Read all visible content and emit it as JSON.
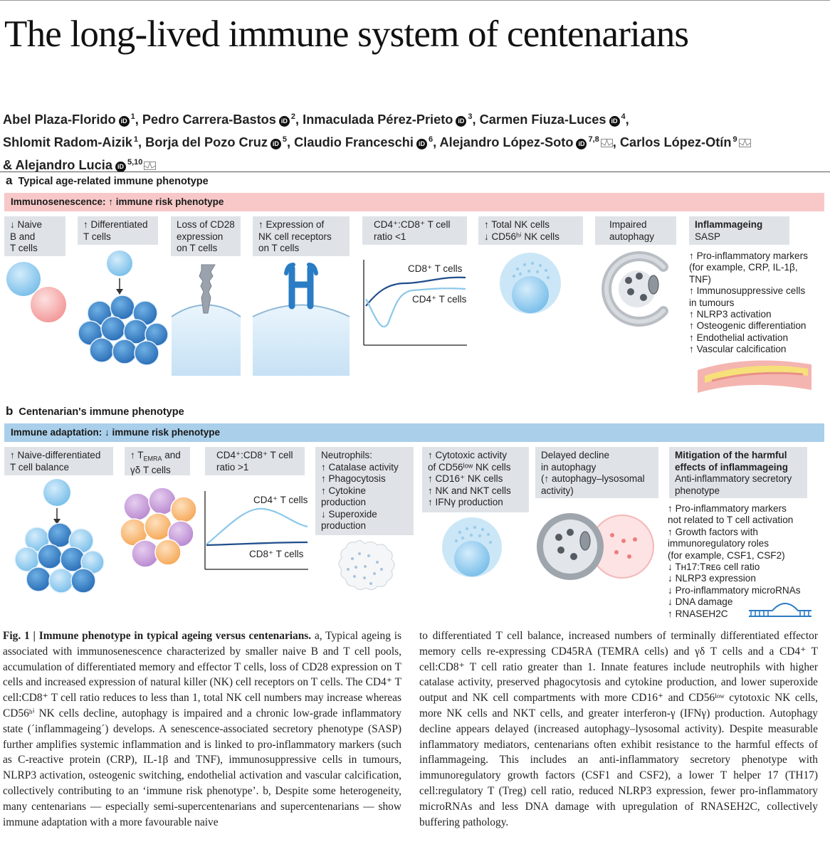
{
  "title": "The long-lived immune system of centenarians",
  "orcid_glyph": "iD",
  "authors": [
    {
      "name": "Abel Plaza-Florido",
      "orcid": true,
      "aff": "1",
      "sep": ", "
    },
    {
      "name": "Pedro Carrera-Bastos",
      "orcid": true,
      "aff": "2",
      "sep": ", "
    },
    {
      "name": "Inmaculada Pérez-Prieto",
      "orcid": true,
      "aff": "3",
      "sep": ", "
    },
    {
      "name": "Carmen Fiuza-Luces",
      "orcid": true,
      "aff": "4",
      "sep": ","
    },
    {
      "name": "Shlomit Radom-Aizik",
      "orcid": false,
      "aff": "1",
      "sep": ", "
    },
    {
      "name": "Borja del Pozo Cruz",
      "orcid": true,
      "aff": "5",
      "sep": ", "
    },
    {
      "name": "Claudio Franceschi",
      "orcid": true,
      "aff": "6",
      "sep": ", "
    },
    {
      "name": "Alejandro López-Soto",
      "orcid": true,
      "aff": "7,8",
      "mail": true,
      "sep": ", "
    },
    {
      "name": "Carlos López-Otín",
      "orcid": false,
      "aff": "9",
      "mail": true,
      "sep": " "
    },
    {
      "name": "& Alejandro Lucia",
      "orcid": true,
      "aff": "5,10",
      "mail": true,
      "sep": ""
    }
  ],
  "panel_a": {
    "letter": "a",
    "heading": "Typical age-related immune phenotype",
    "banner": "Immunosenescence: ↑ immune risk phenotype",
    "labels": {
      "naive": [
        "↓ Naive",
        "B and",
        "T cells"
      ],
      "diff": [
        "↑ Differentiated",
        "T cells"
      ],
      "cd28": [
        "Loss of CD28",
        "expression",
        "on T cells"
      ],
      "nkr": [
        "↑ Expression of",
        "NK cell receptors",
        "on T cells"
      ],
      "ratio": [
        "CD4⁺:CD8⁺ T cell",
        "ratio <1"
      ],
      "nk": [
        "↑ Total NK cells",
        "↓ CD56ʰⁱ NK cells"
      ],
      "autophagy": [
        "Impaired",
        "autophagy"
      ],
      "inflamm_title": "Inflammageing",
      "inflamm_sub": "SASP"
    },
    "curve_labels": {
      "top": "CD8⁺ T cells",
      "bottom": "CD4⁺ T cells"
    },
    "inflamm_list": [
      "↑ Pro-inflammatory markers",
      "   (for example, CRP, IL-1β,",
      "   TNF)",
      "↑ Immunosuppressive cells",
      "   in tumours",
      "↑ NLRP3 activation",
      "↑ Osteogenic differentiation",
      "↑ Endothelial activation",
      "↑ Vascular calcification"
    ]
  },
  "panel_b": {
    "letter": "b",
    "heading": "Centenarian's immune phenotype",
    "banner": "Immune adaptation: ↓ immune risk phenotype",
    "labels": {
      "balance": [
        "↑ Naive-differentiated",
        "T cell balance"
      ],
      "temra": [
        "↑ T",
        "EMRA",
        " and",
        "γδ T cells"
      ],
      "ratio": [
        "CD4⁺:CD8⁺ T cell",
        "ratio >1"
      ],
      "neutro": [
        "Neutrophils:",
        "↑ Catalase activity",
        "↑ Phagocytosis",
        "↑ Cytokine",
        "   production",
        "↓ Superoxide",
        "   production"
      ],
      "nk": [
        "↑ Cytotoxic activity",
        "   of CD56ˡᵒʷ NK cells",
        "↑ CD16⁺ NK cells",
        "↑ NK and NKT cells",
        "↑ IFNγ production"
      ],
      "autophagy": [
        "Delayed decline",
        "in autophagy",
        "(↑ autophagy–lysosomal",
        "activity)"
      ],
      "mitig_title": [
        "Mitigation of the harmful",
        "effects of inflammageing"
      ],
      "mitig_sub": [
        "Anti-inflammatory secretory",
        "phenotype"
      ]
    },
    "curve_labels": {
      "top": "CD4⁺ T cells",
      "bottom": "CD8⁺ T cells"
    },
    "mitig_list": [
      "↑ Pro-inflammatory markers",
      "   not related to T cell activation",
      "↑ Growth factors with",
      "   immunoregulatory roles",
      "   (for example, CSF1, CSF2)",
      "↓ Tʜ17:Tʀᴇɢ cell ratio",
      "↓ NLRP3 expression",
      "↓ Pro-inflammatory microRNAs",
      "↓ DNA damage",
      "↑ RNASEH2C"
    ]
  },
  "caption": {
    "lead": "Fig. 1 | Immune phenotype in typical ageing versus centenarians.",
    "col1": " a, Typical ageing is associated with immunosenescence characterized by smaller naive B and T cell pools, accumulation of differentiated memory and effector T cells, loss of CD28 expression on T cells and increased expression of natural killer (NK) cell receptors on T cells. The CD4⁺ T cell:CD8⁺ T cell ratio reduces to less than 1, total NK cell numbers may increase whereas CD56ʰⁱ NK cells decline, autophagy is impaired and a chronic low-grade inflammatory state (´inflammageing´) develops. A senescence-associated secretory phenotype (SASP) further amplifies systemic inflammation and is linked to pro-inflammatory markers (such as C-reactive protein (CRP), IL-1β and TNF), immunosuppressive cells in tumours, NLRP3 activation, osteogenic switching, endothelial activation and vascular calcification, collectively contributing to an ‘immune risk phenotype’. b, Despite some heterogeneity, many centenarians — especially semi-supercentenarians and supercentenarians — show immune adaptation with a more favourable naive",
    "col2": "to differentiated T cell balance, increased numbers of terminally differentiated effector memory cells re-expressing CD45RA (TEMRA cells) and γδ T cells and a CD4⁺ T cell:CD8⁺ T cell ratio greater than 1. Innate features include neutrophils with higher catalase activity, preserved phagocytosis and cytokine production, and lower superoxide output and NK cell compartments with more CD16⁺ and CD56ˡᵒʷ cytotoxic NK cells, more NK cells and NKT cells, and greater interferon-γ (IFNγ) production. Autophagy decline appears delayed (increased autophagy–lysosomal activity). Despite measurable inflammatory mediators, centenarians often exhibit resistance to the harmful effects of inflammageing. This includes an anti-inflammatory secretory phenotype with immunoregulatory growth factors (CSF1 and CSF2), a lower T helper 17 (TH17) cell:regulatory T (Treg) cell ratio, reduced NLRP3 expression, fewer pro-inflammatory microRNAs and less DNA damage with upregulation of RNASEH2C, collectively buffering pathology."
  }
}
